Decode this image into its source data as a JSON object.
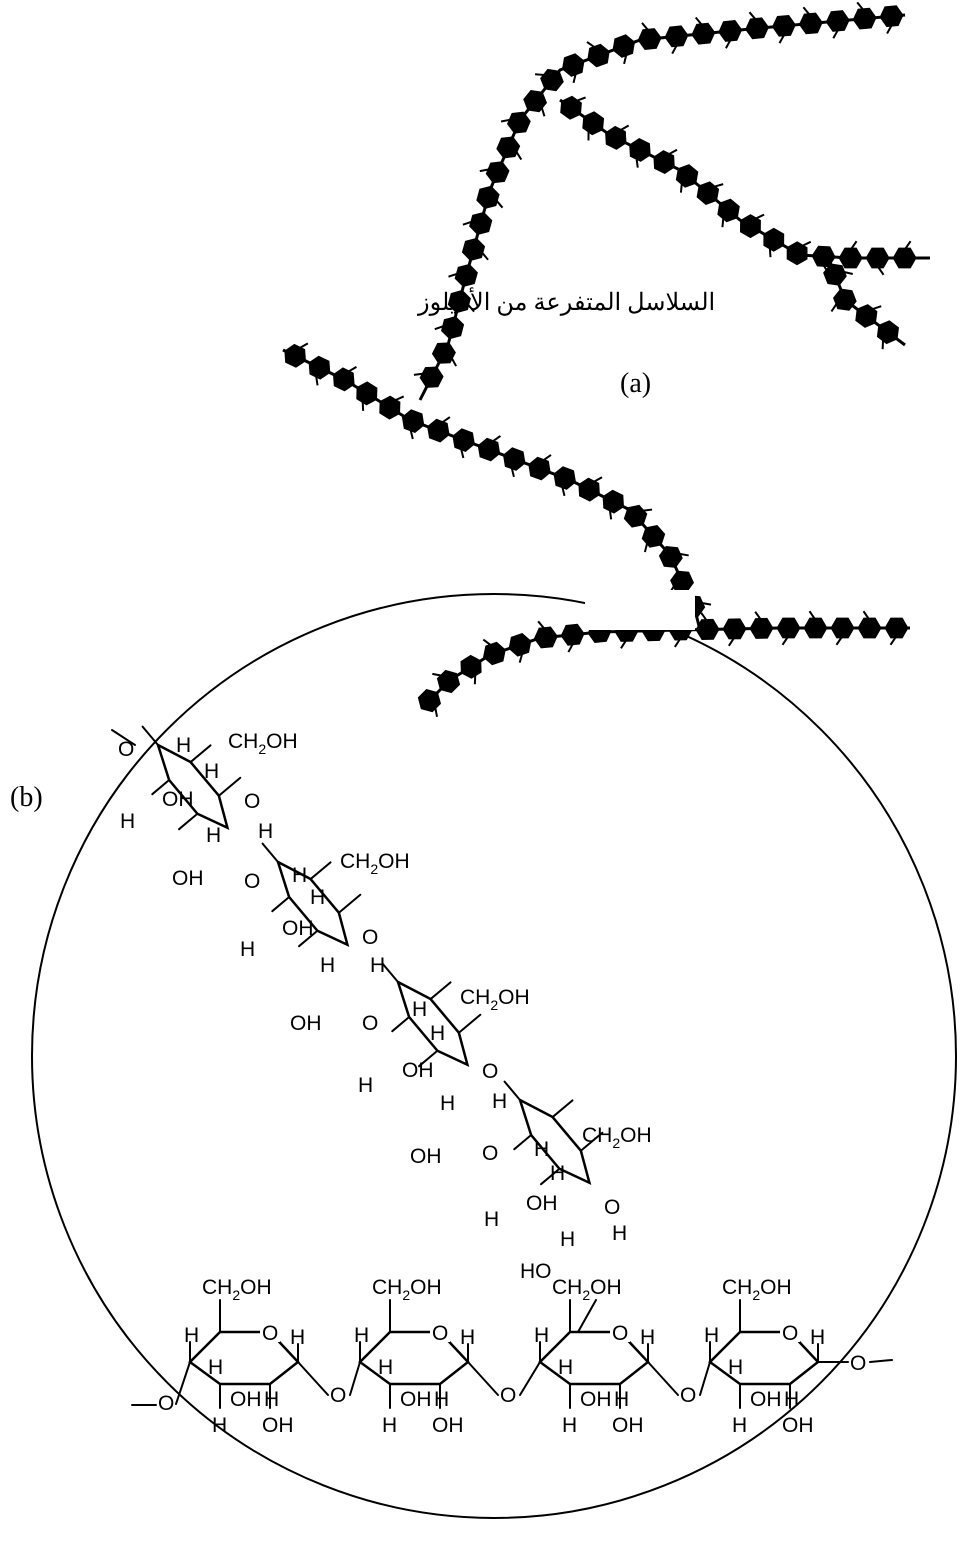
{
  "labels": {
    "panel_a": "(a)",
    "panel_b": "(b)",
    "branch_caption": "السلاسل المتفرعة من الأميلوز"
  },
  "chem": {
    "ch2oh": {
      "ch": "CH",
      "sub": "2",
      "oh": "OH"
    },
    "oh": "OH",
    "h": "H",
    "ho": "HO",
    "o": "O"
  },
  "colors": {
    "ink": "#000000",
    "background": "#ffffff"
  },
  "chains_count": 7,
  "units_count": 8
}
